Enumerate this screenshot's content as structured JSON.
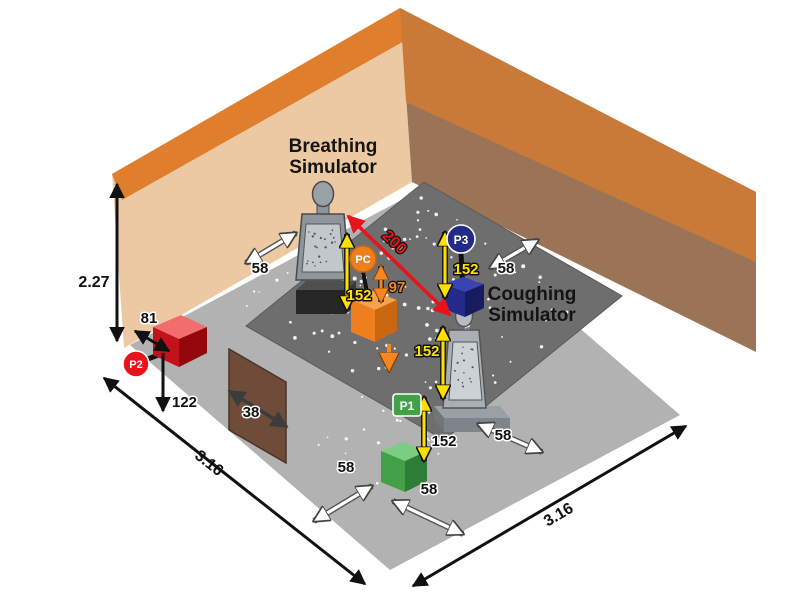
{
  "scene": {
    "type": "isometric-room-diagram",
    "description": "Cutaway test chamber with breathing and coughing simulators and aerosol sampling positions"
  },
  "room": {
    "height": "2.27",
    "width": "3.16",
    "depth": "3.16"
  },
  "labels": {
    "breathing_line1": "Breathing",
    "breathing_line2": "Simulator",
    "coughing_line1": "Coughing",
    "coughing_line2": "Simulator"
  },
  "badges": {
    "p1": "P1",
    "p2": "P2",
    "p3": "P3",
    "pc": "PC"
  },
  "measurements": {
    "span_200": "200",
    "h152_breathing": "152",
    "h152_p3": "152",
    "h152_cough": "152",
    "h152_p1": "152",
    "h97_pc": "97",
    "off58_breathing": "58",
    "off58_p3": "58",
    "off58_cough": "58",
    "off58_p1_right": "58",
    "off58_p1_left": "58",
    "off81_p2": "81",
    "h122_p2": "122",
    "door38": "38"
  },
  "colors": {
    "wall_left": "#edc9a3",
    "wall_top_band": "#df7e2c",
    "wall_right_upper": "#c97a38",
    "wall_right_lower": "#9b7458",
    "floor": "#b2b2b2",
    "platform": "#6e6e6e",
    "door": "#6e4c39",
    "red": "#e8131b",
    "yellow": "#ffe300",
    "orange": "#ef7f1c",
    "green": "#43a047",
    "navy": "#232a87"
  }
}
